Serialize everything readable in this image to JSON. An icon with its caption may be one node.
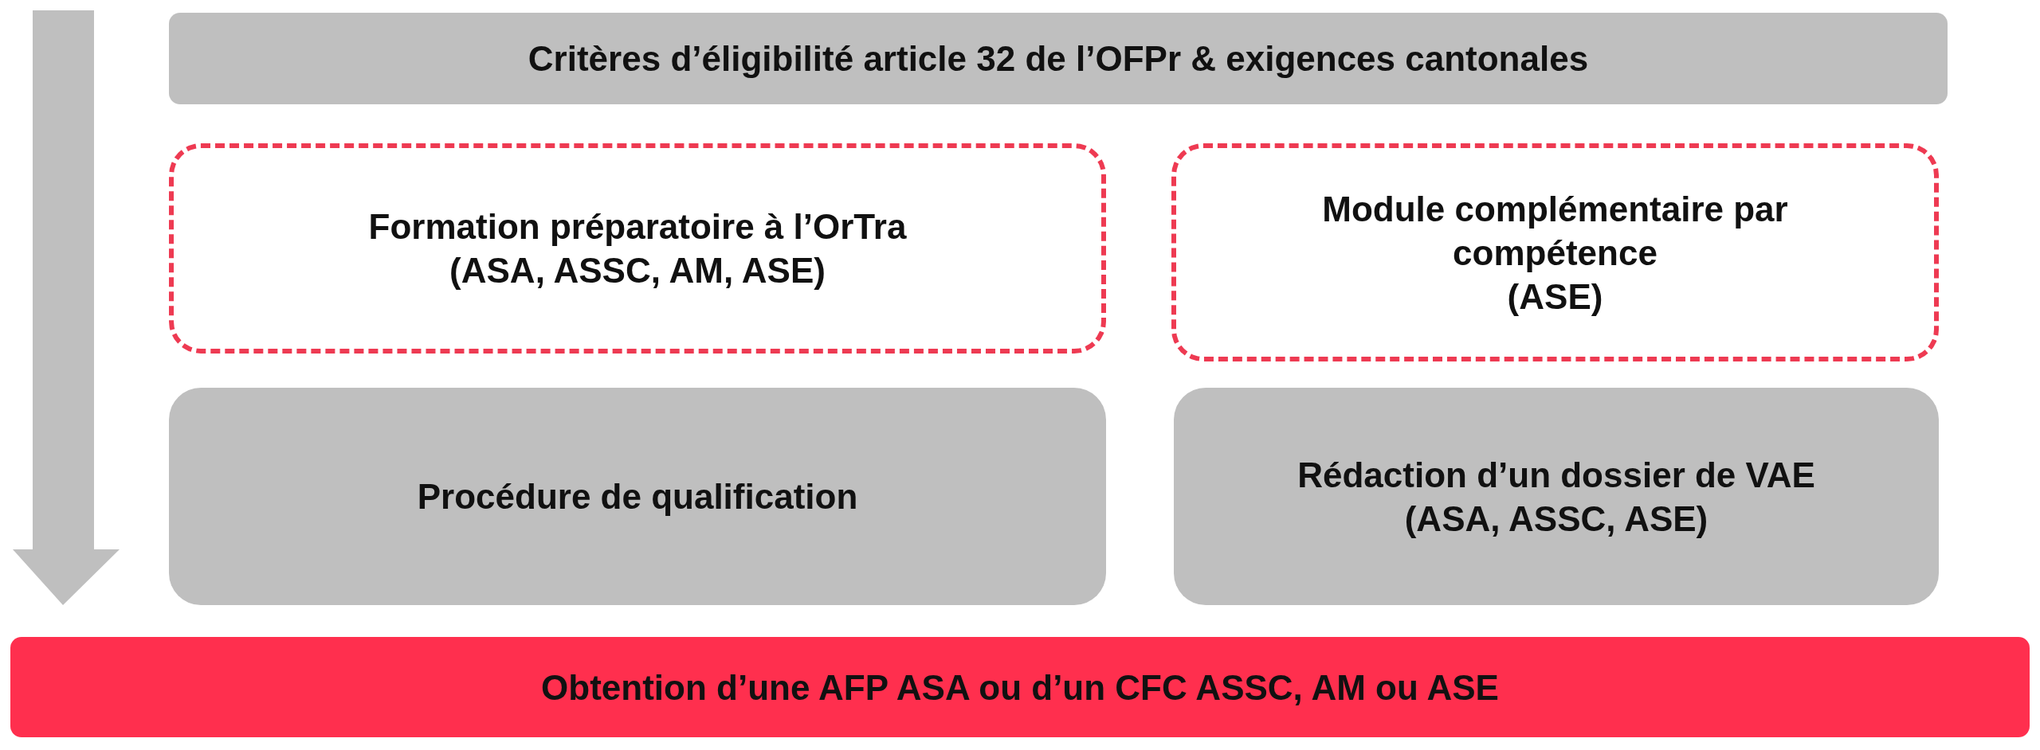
{
  "diagram": {
    "nodes": [
      {
        "text": [
          "Critères d’éligibilité article 32 de l’OFPr & exigences cantonales"
        ]
      },
      {
        "text": [
          "Formation préparatoire à l’OrTra",
          "(ASA, ASSC, AM, ASE)"
        ]
      },
      {
        "text": [
          "Module complémentaire par compétence",
          "(ASE)"
        ]
      },
      {
        "text": [
          "Procédure de qualification"
        ]
      },
      {
        "text": [
          "Rédaction d’un dossier de VAE",
          "(ASA, ASSC, ASE)"
        ]
      },
      {
        "text": [
          "Obtention d’une AFP ASA ou d’un CFC ASSC, AM ou ASE"
        ]
      }
    ]
  }
}
